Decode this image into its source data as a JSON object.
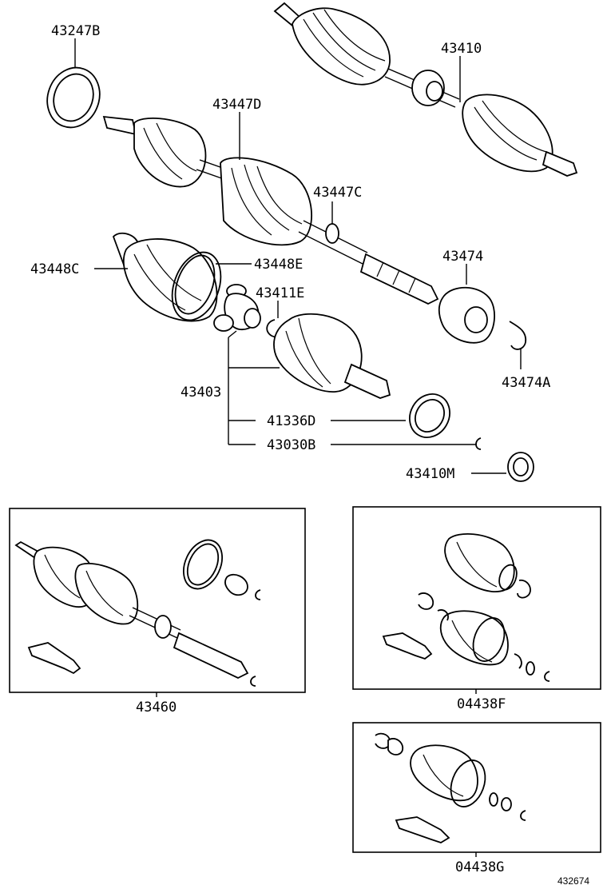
{
  "labels": {
    "l43247B": "43247B",
    "l43410": "43410",
    "l43447D": "43447D",
    "l43447C": "43447C",
    "l43448C": "43448C",
    "l43448E": "43448E",
    "l43411E": "43411E",
    "l43474": "43474",
    "l43403": "43403",
    "l43474A": "43474A",
    "l41336D": "41336D",
    "l43030B": "43030B",
    "l43410M": "43410M",
    "l43460": "43460",
    "l04438F": "04438F",
    "l04438G": "04438G"
  },
  "figure_number": "432674"
}
